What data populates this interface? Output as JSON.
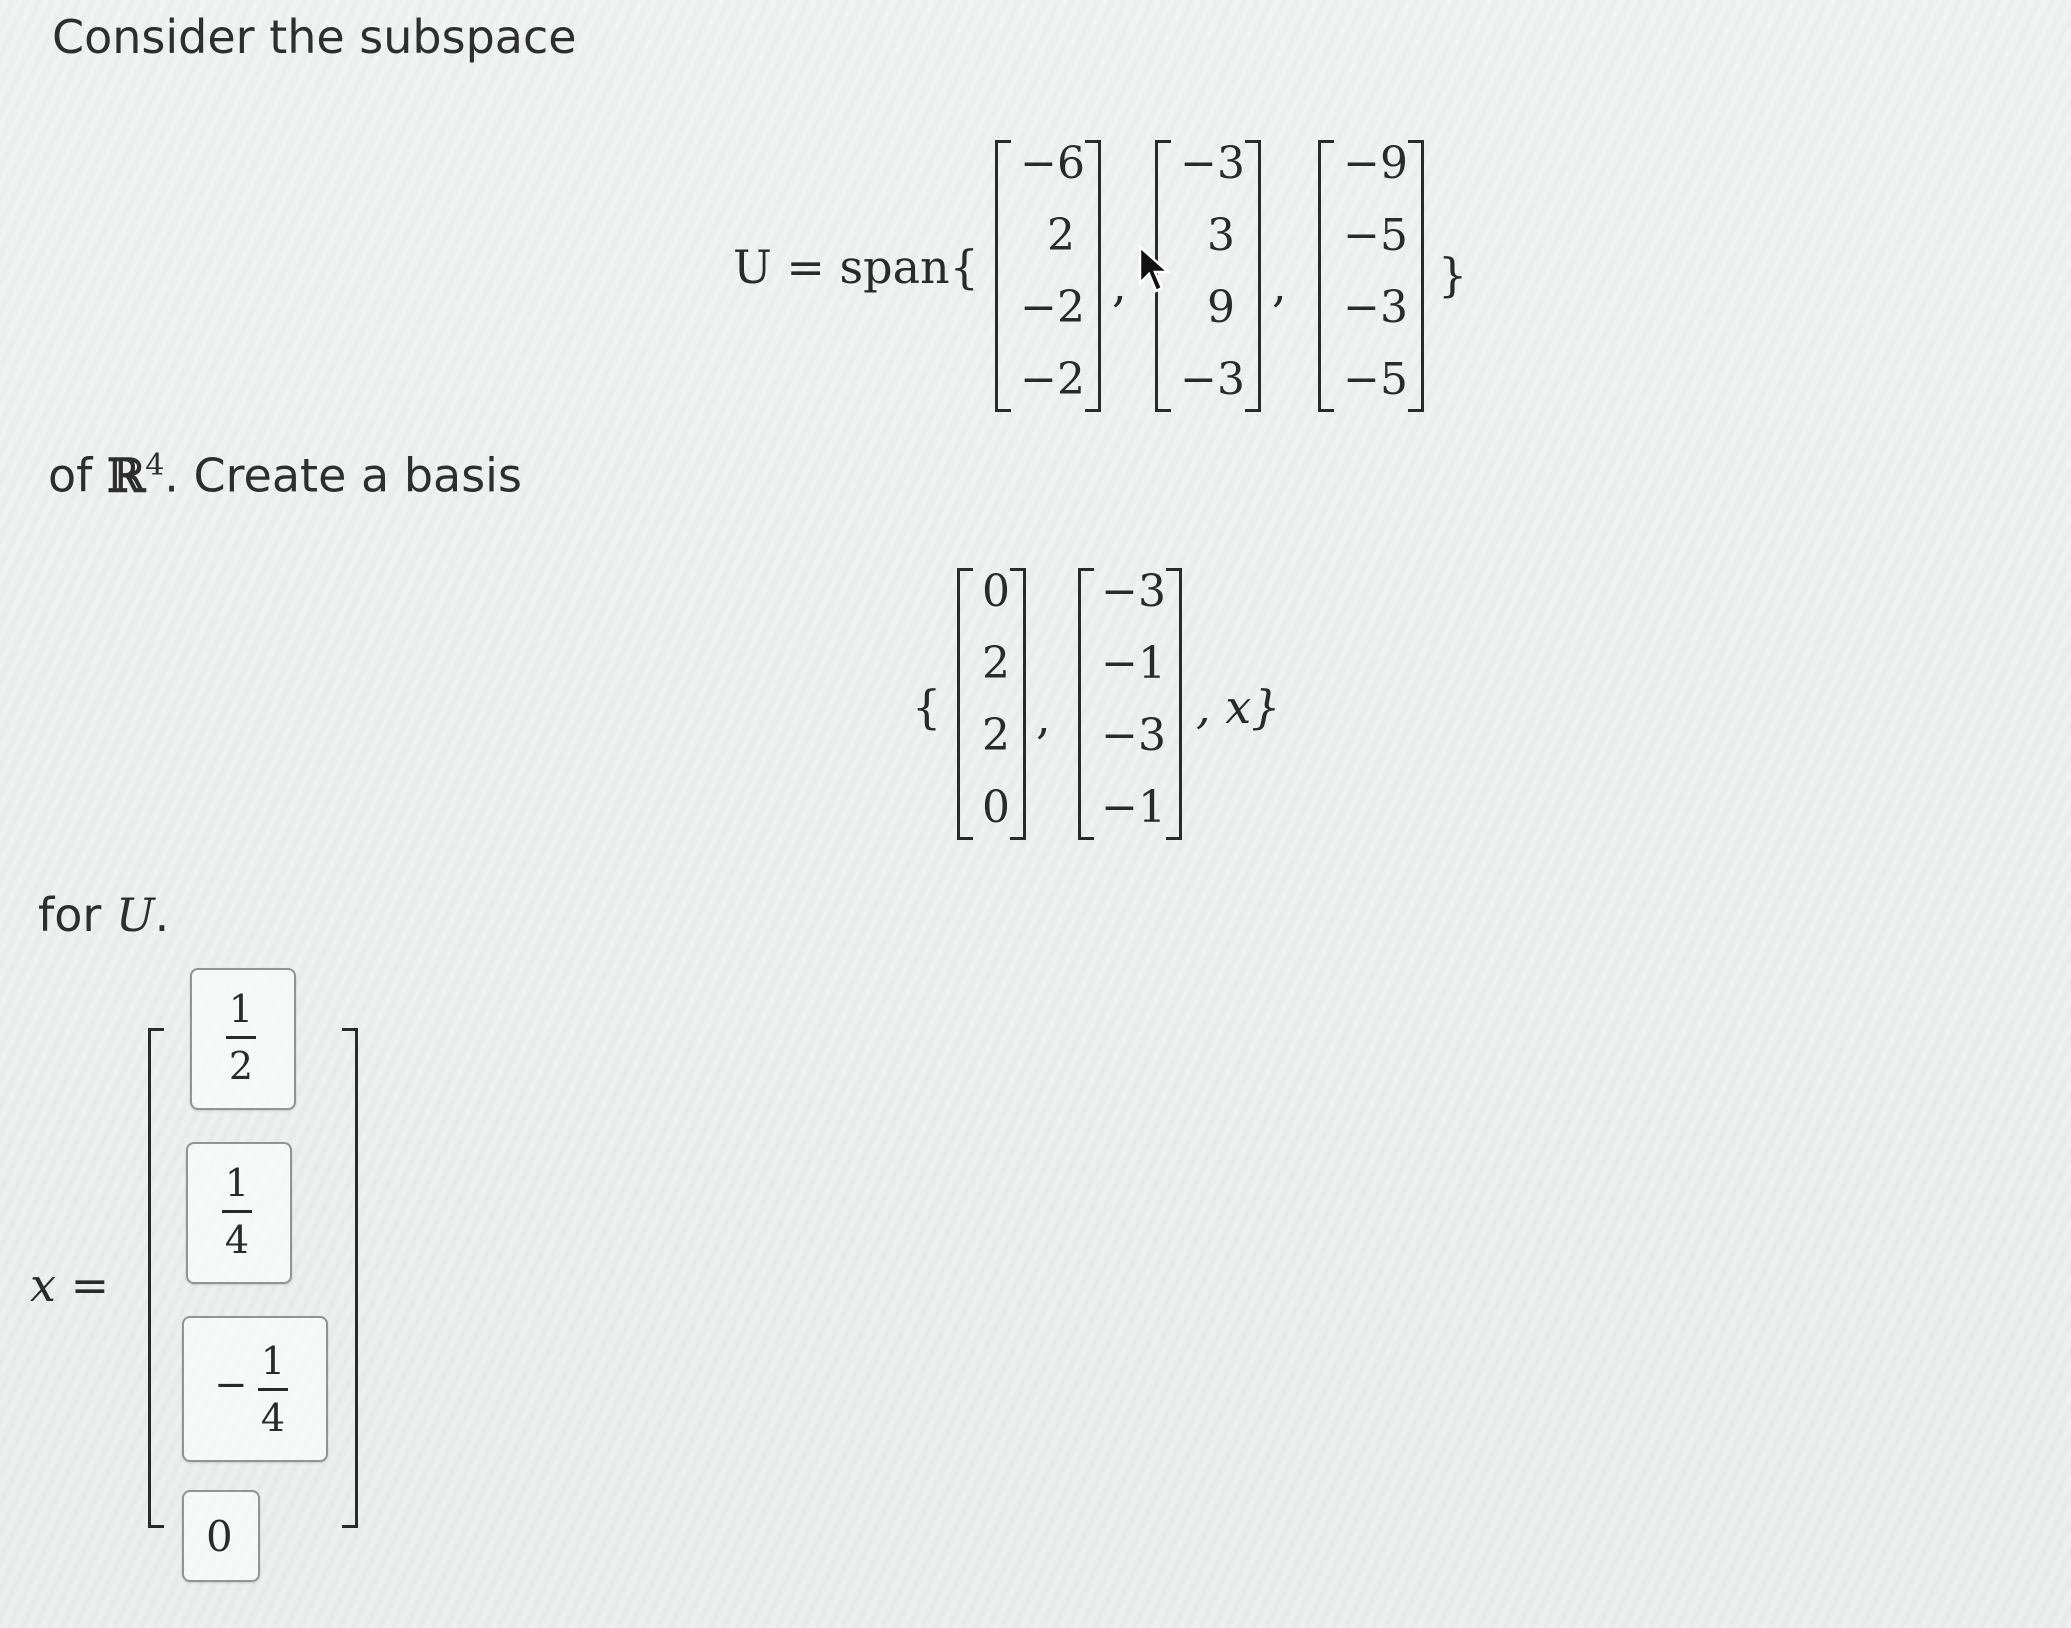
{
  "intro_text": "Consider the subspace",
  "subspace_eq": {
    "lhs": "U = span{",
    "rhs": "}",
    "vectors": [
      [
        "−6",
        "2",
        "−2",
        "−2"
      ],
      [
        "−3",
        "3",
        "9",
        "−3"
      ],
      [
        "−9",
        "−5",
        "−3",
        "−5"
      ]
    ],
    "separator": ","
  },
  "of_text": "of",
  "field_symbol": "ℝ",
  "field_exponent": "4",
  "create_text": ". Create a basis",
  "basis": {
    "open": "{",
    "vectors": [
      [
        "0",
        "2",
        "2",
        "0"
      ],
      [
        "−3",
        "−1",
        "−3",
        "−1"
      ]
    ],
    "tail": ", x}",
    "separator": ","
  },
  "for_text": "for",
  "for_var": "U",
  "for_period": ".",
  "x_label": "x =",
  "answers": [
    {
      "sign": "",
      "num": "1",
      "den": "2"
    },
    {
      "sign": "",
      "num": "1",
      "den": "4"
    },
    {
      "sign": "−",
      "num": "1",
      "den": "4"
    },
    {
      "value": "0"
    }
  ]
}
